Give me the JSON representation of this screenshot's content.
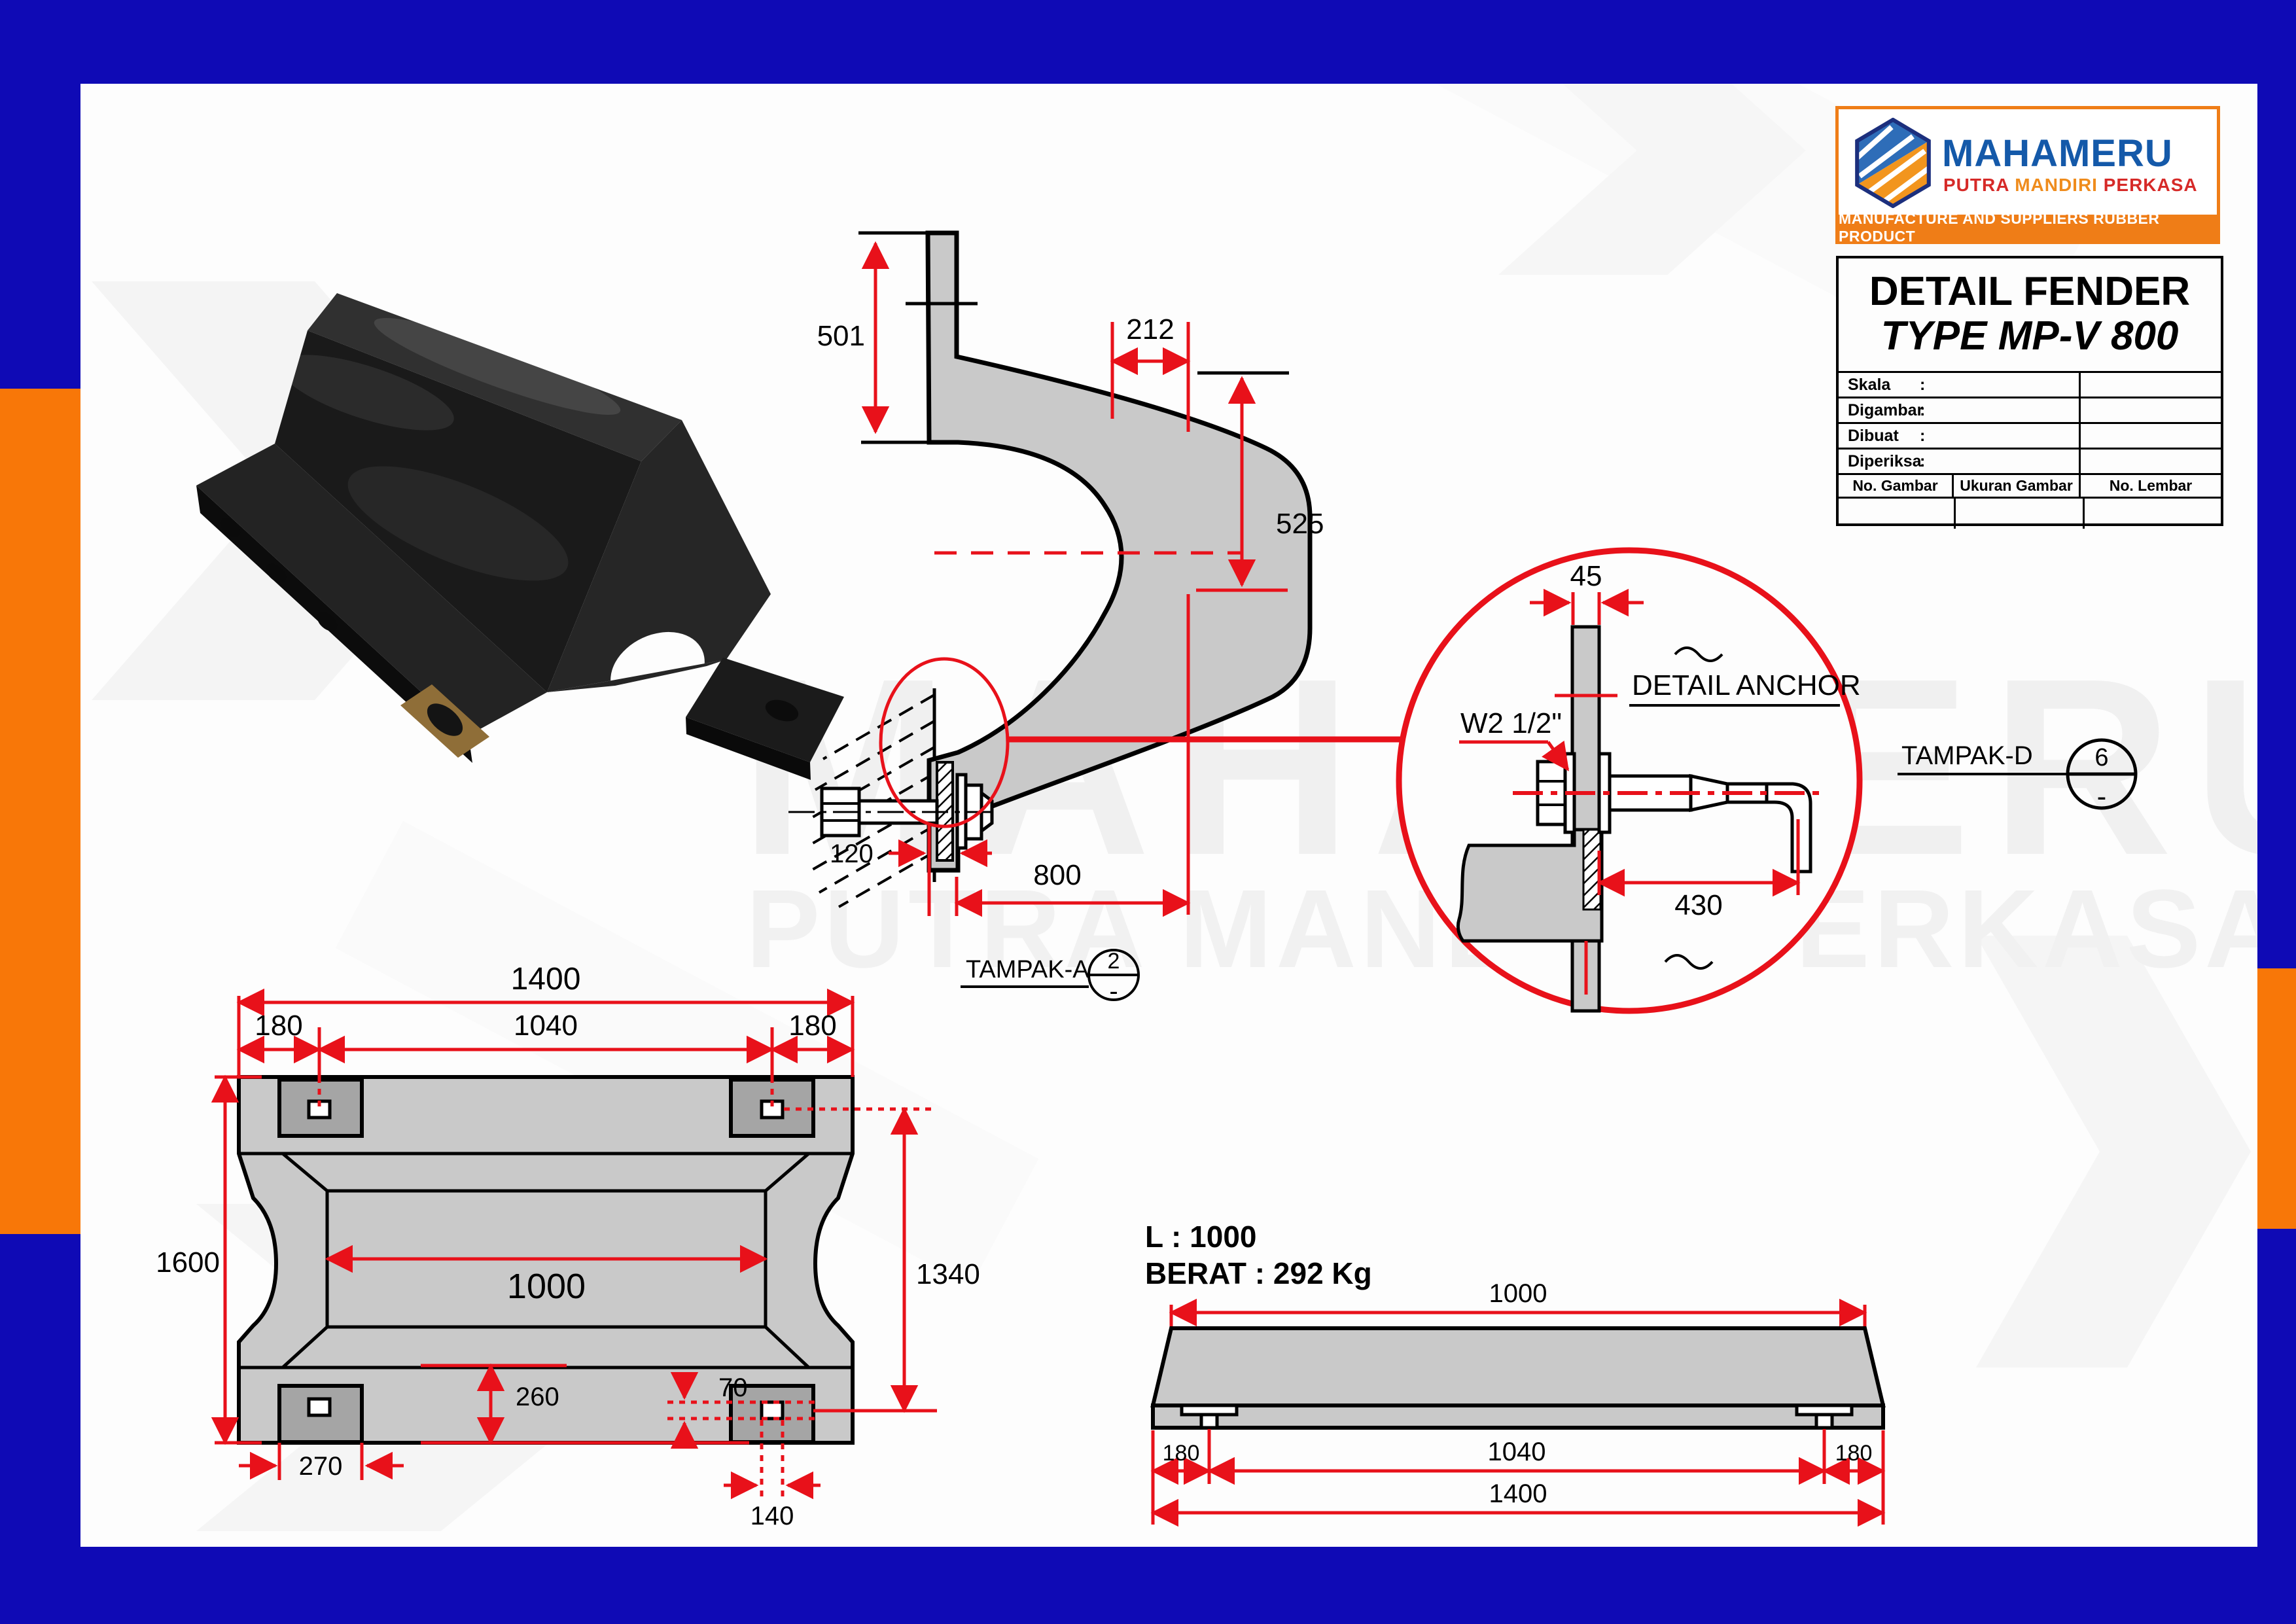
{
  "colors": {
    "frame_blue": "#0f0ab5",
    "frame_orange": "#f87708",
    "dimension_red": "#e8111a",
    "drawing_gray": "#c9c9c9",
    "pad_gray": "#a5a5a5",
    "logo_blue": "#1459a9",
    "logo_orange": "#ef7d17",
    "logo_red": "#d62a28"
  },
  "logo": {
    "company": "MAHAMERU",
    "subtitle_words": [
      "PUTRA",
      "MANDIRI",
      "PERKASA"
    ],
    "banner": "MANUFACTURE AND SUPPLIERS RUBBER PRODUCT"
  },
  "title_block": {
    "line1": "DETAIL FENDER",
    "line2": "TYPE MP-V 800",
    "colon": ":",
    "rows": [
      {
        "label": "Skala",
        "value": ""
      },
      {
        "label": "Digambar",
        "value": ""
      },
      {
        "label": "Dibuat",
        "value": ""
      },
      {
        "label": "Diperiksa",
        "value": ""
      }
    ],
    "footer_headers": [
      "No. Gambar",
      "Ukuran Gambar",
      "No. Lembar"
    ]
  },
  "watermark": {
    "line1": "MAHAMERU",
    "line2": "PUTRA MANDIRI PERKASA"
  },
  "cross_section": {
    "d501": "501",
    "d212": "212",
    "d525": "525",
    "d120": "120",
    "d800": "800",
    "view_label": "TAMPAK-A",
    "view_num": "2",
    "view_sheet": "-"
  },
  "detail_anchor": {
    "title": "DETAIL ANCHOR",
    "bolt": "W2 1/2\"",
    "d45": "45",
    "d430": "430",
    "view_label": "TAMPAK-D",
    "view_num": "6",
    "view_sheet": "-"
  },
  "plan_view": {
    "d1400": "1400",
    "d180": "180",
    "d1040": "1040",
    "d1600": "1600",
    "d1000": "1000",
    "d1340": "1340",
    "d260": "260",
    "d70": "70",
    "d270": "270",
    "d140": "140"
  },
  "side_view": {
    "length": "L : 1000",
    "weight": "BERAT : 292 Kg",
    "d1000": "1000",
    "d180": "180",
    "d1040": "1040",
    "d1400": "1400"
  }
}
